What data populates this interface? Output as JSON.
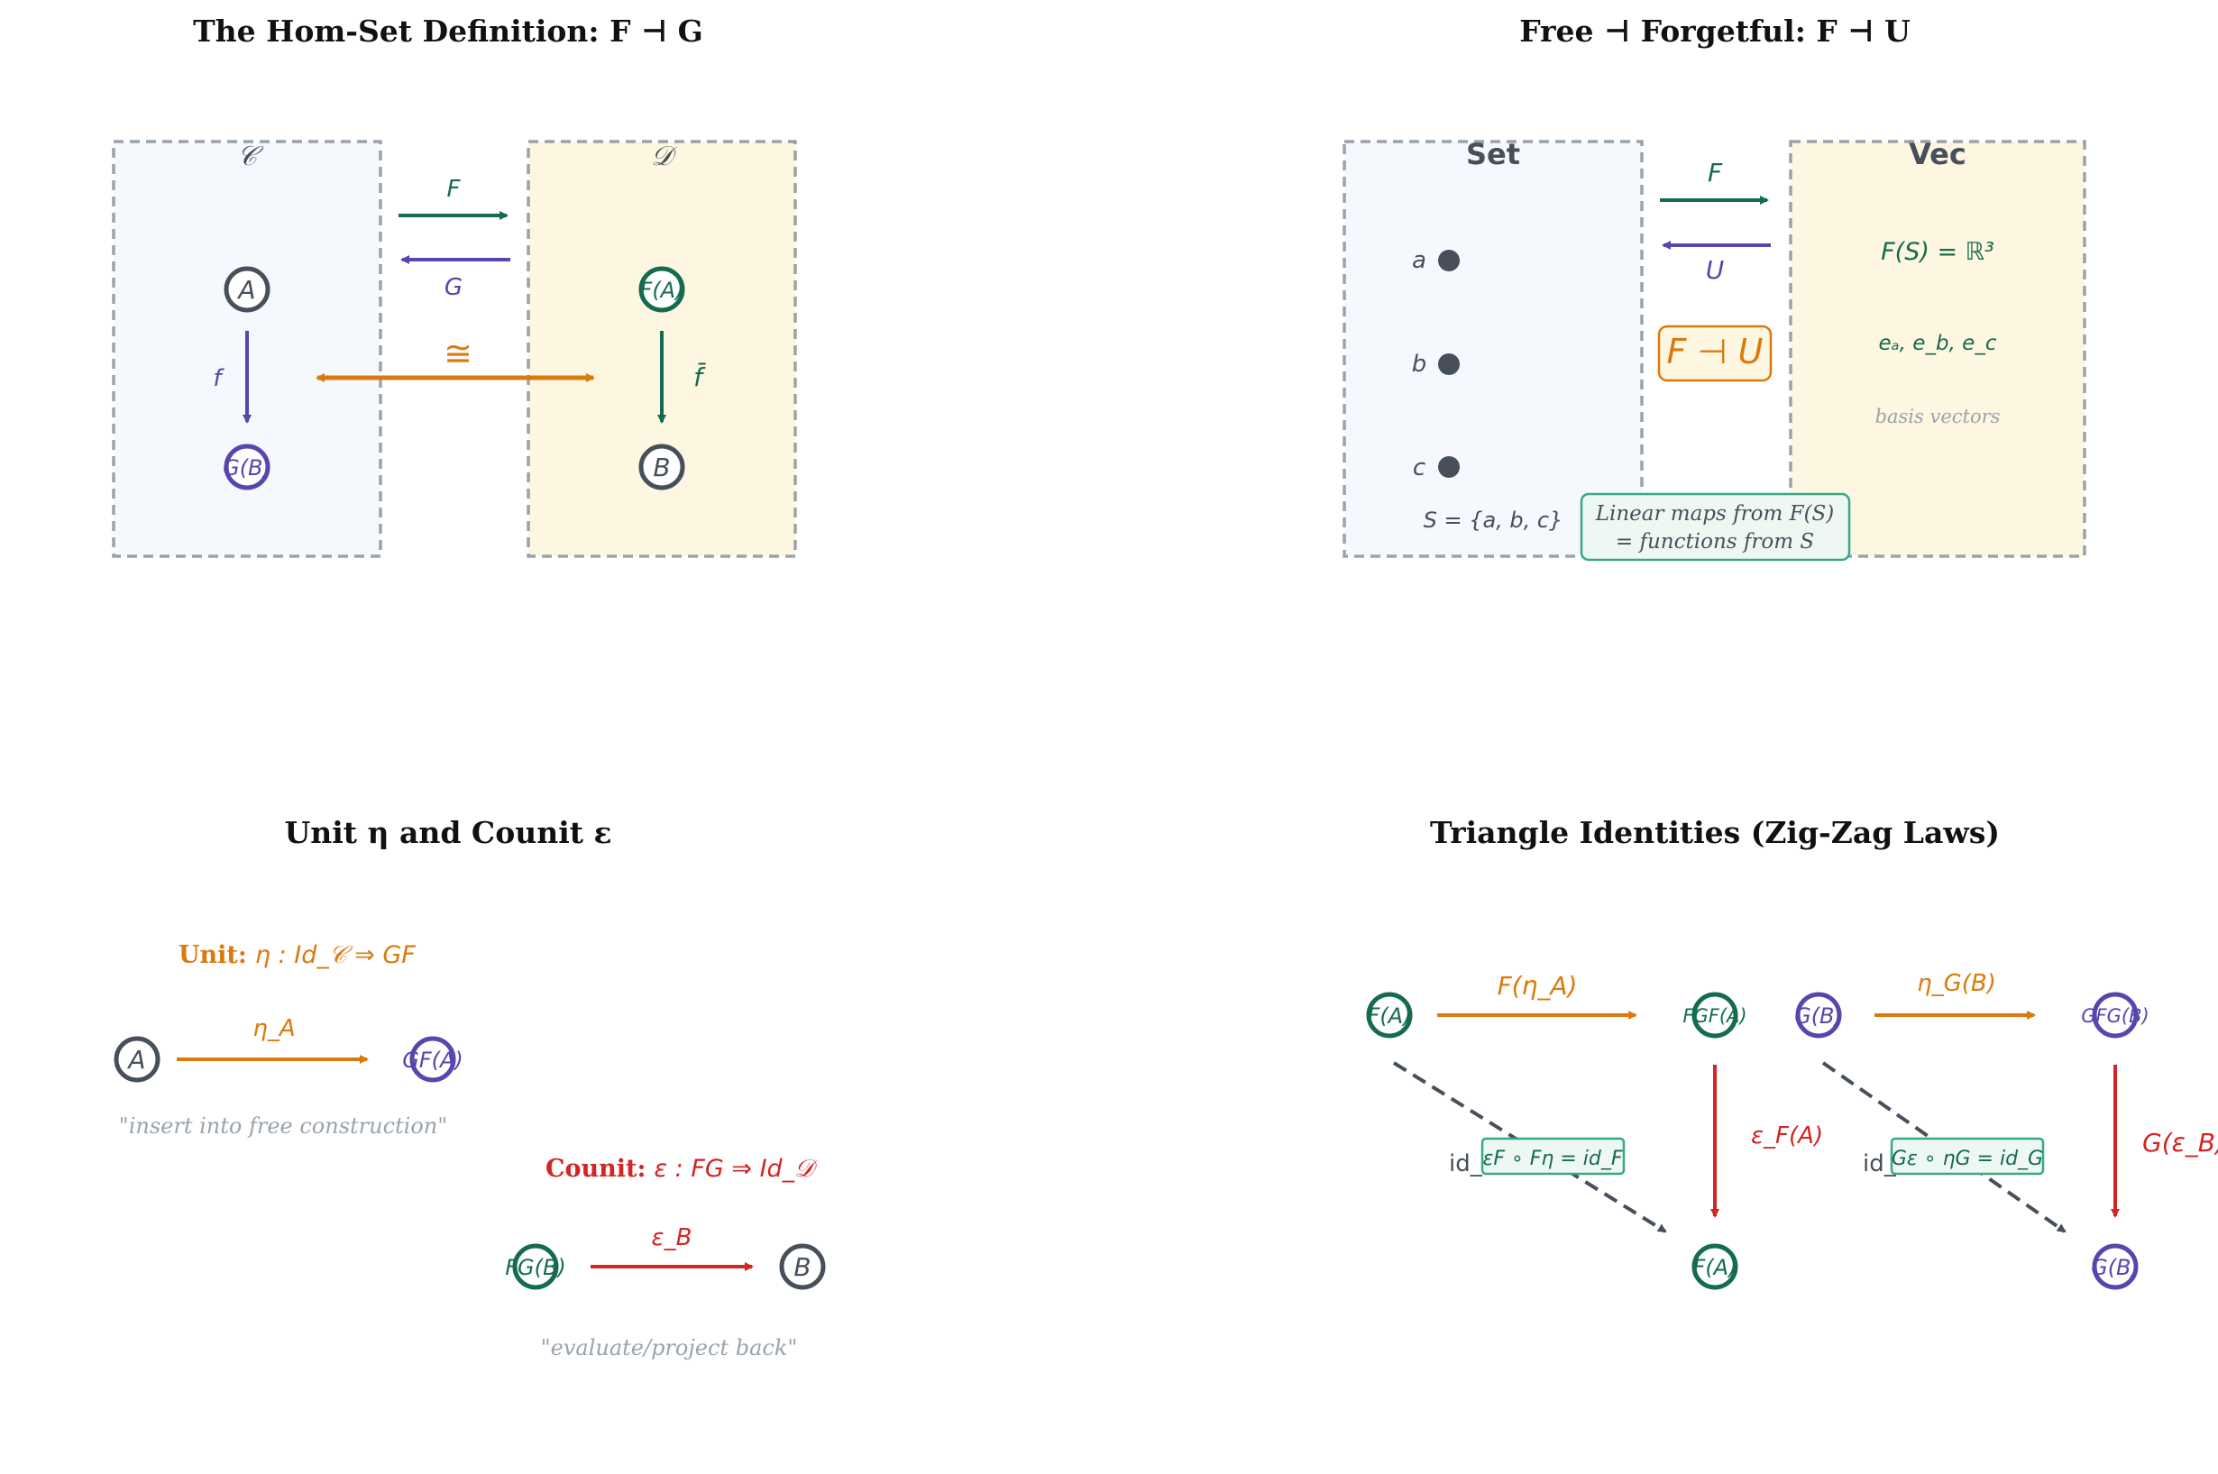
{
  "panels": {
    "homset": {
      "title": "The Hom-Set Definition: F ⊣ G",
      "category_c": "𝒞",
      "category_d": "𝒟",
      "functor_f": "F",
      "functor_g": "G",
      "iso": "≅",
      "obj_a": "A",
      "obj_gb": "G(B)",
      "obj_fa": "F(A)",
      "obj_b": "B",
      "map_f": "f",
      "map_fbar": "f̄"
    },
    "free": {
      "title": "Free ⊣ Forgetful: F ⊣ U",
      "set_label": "Set",
      "vec_label": "Vec",
      "functor_f": "F",
      "functor_u": "U",
      "adjunction": "F ⊣ U",
      "elements": [
        "a",
        "b",
        "c"
      ],
      "set_def": "S = {a, b, c}",
      "fs": "F(S) = ℝ³",
      "basis": "eₐ, e_b, e_c",
      "basis_note": "basis vectors",
      "note_line1": "Linear maps from F(S)",
      "note_line2": "= functions from S"
    },
    "unit": {
      "title": "Unit η and Counit ε",
      "unit_bold": "Unit:",
      "unit_formula": "η : Id_𝒞 ⇒ GF",
      "unit_obj_a": "A",
      "unit_obj_gfa": "GF(A)",
      "unit_arrow": "η_A",
      "unit_quote": "\"insert into free construction\"",
      "counit_bold": "Counit:",
      "counit_formula": "ε : FG ⇒ Id_𝒟",
      "counit_obj_fgb": "FG(B)",
      "counit_obj_b": "B",
      "counit_arrow": "ε_B",
      "counit_quote": "\"evaluate/project back\""
    },
    "triangle": {
      "title": "Triangle Identities (Zig-Zag Laws)",
      "left": {
        "top_left": "F(A)",
        "top_right": "FGF(A)",
        "bottom": "F(A)",
        "top_arrow": "F(η_A)",
        "right_arrow": "ε_F(A)",
        "diag_label": "id_F(A)",
        "law": "εF ∘ Fη = id_F"
      },
      "right": {
        "top_left": "G(B)",
        "top_right": "GFG(B)",
        "bottom": "G(B)",
        "top_arrow": "η_G(B)",
        "right_arrow": "G(ε_B)",
        "diag_label": "id_G(B)",
        "law": "Gε ∘ ηG = id_G"
      }
    }
  },
  "colors": {
    "green": "#146b4f",
    "purple": "#5646ad",
    "orange": "#db7a0c",
    "red": "#d42424",
    "gray": "#474f5b",
    "light_gray": "#9aa3ab",
    "teal_box": "#36a886"
  }
}
